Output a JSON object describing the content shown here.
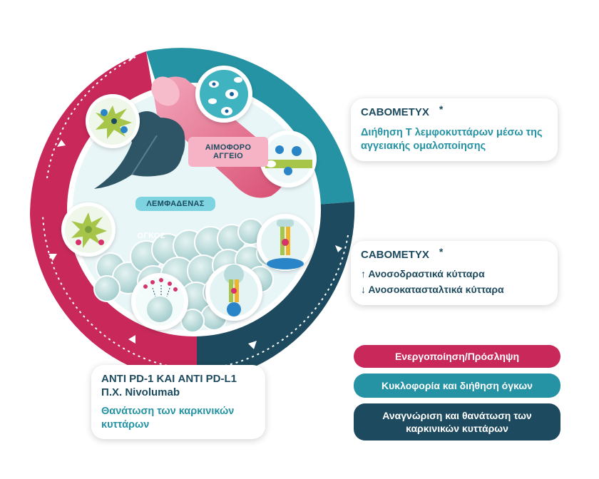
{
  "labels": {
    "vessel": "ΑΙΜΟΦΟΡΟ ΑΓΓΕΙΟ",
    "lymph_node": "ΛΕΜΦΑΔΕΝΑΣ",
    "tumor": "ΟΓΚΟΣ"
  },
  "cards": {
    "top": {
      "title": "CABOMETYX",
      "mark": "*",
      "text": "Διήθηση Τ λεμφοκυττάρων μέσω της αγγειακής ομαλοποίησης"
    },
    "middle": {
      "title": "CABOMETYX",
      "mark": "*",
      "line1": "↑ Ανοσοδραστικά κύτταρα",
      "line2": "↓ Ανοσοκατασταλτικά κύτταρα"
    },
    "bottom": {
      "title": "ANTI PD-1 ΚΑΙ ANTI PD-L1 Π.Χ. Nivolumab",
      "text": "Θανάτωση των καρκινικών κυττάρων"
    }
  },
  "legend": [
    {
      "label": "Ενεργοποίηση/Πρόσληψη",
      "color": "#c8285a"
    },
    {
      "label": "Κυκλοφορία και διήθηση όγκων",
      "color": "#2593a3"
    },
    {
      "label": "Αναγνώριση και θανάτωση των καρκινικών κυττάρων",
      "color": "#1d4a5e"
    }
  ],
  "colors": {
    "magenta": "#c8285a",
    "teal": "#2593a3",
    "navy": "#1d4a5e",
    "inner": "#e9f6f8",
    "tumor_cell": "#b9dbdb"
  }
}
